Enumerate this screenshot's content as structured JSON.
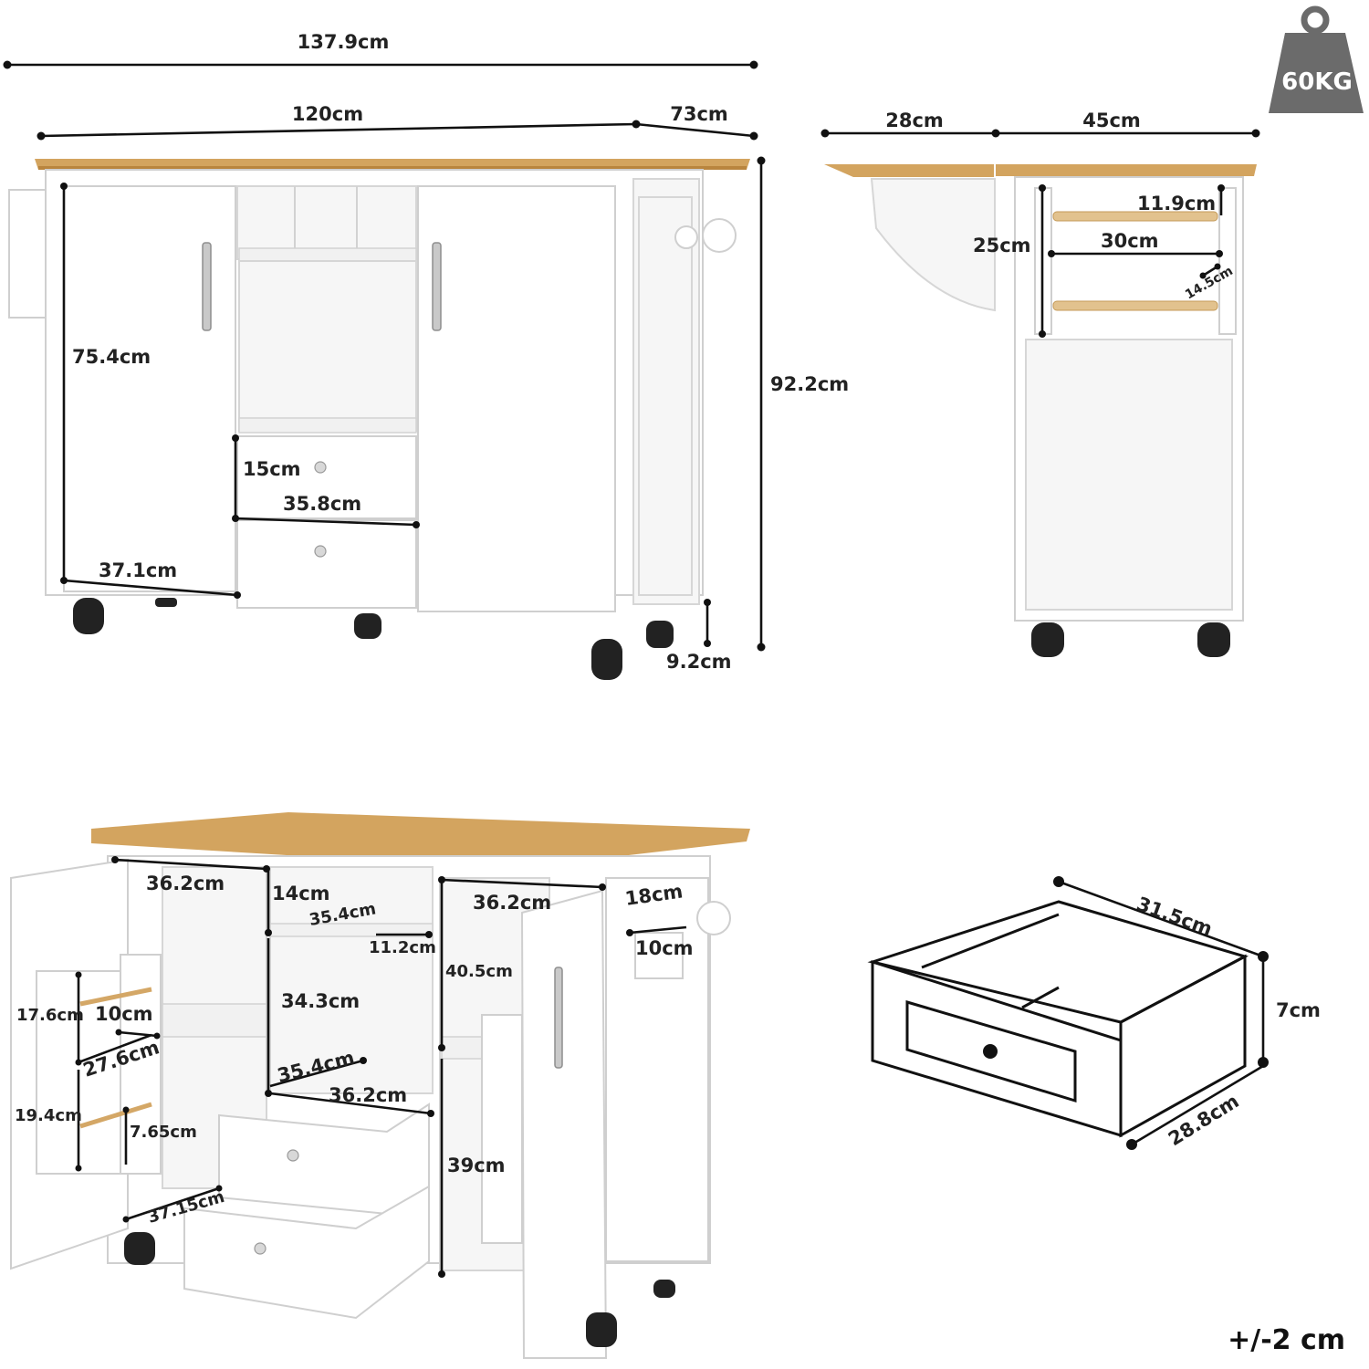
{
  "weight_badge": {
    "label": "60KG",
    "icon": "weight-icon",
    "color": "#6b6b6b"
  },
  "tolerance": "+/-2 cm",
  "front_view": {
    "total_width": "137.9cm",
    "top_width": "120cm",
    "side_extension": "73cm",
    "height": "92.2cm",
    "door_height": "75.4cm",
    "drawer_height": "15cm",
    "drawer_width": "35.8cm",
    "door_width": "37.1cm",
    "wheel_clearance": "9.2cm"
  },
  "side_view": {
    "drop_leaf": "28cm",
    "depth": "45cm",
    "rack_gap": "11.9cm",
    "rack_height": "25cm",
    "rack_width": "30cm",
    "rack_spacing": "14.5cm"
  },
  "open_view": {
    "left_cabinet_width": "36.2cm",
    "cubby_height": "14cm",
    "cubby_width": "35.4cm",
    "right_cabinet_width": "36.2cm",
    "towel_bar_18": "18cm",
    "towel_bar_10": "10cm",
    "cubby_divider": "11.2cm",
    "upper_right_height": "40.5cm",
    "spice_top": "17.6cm",
    "spice_depth": "10cm",
    "spice_width": "27.6cm",
    "center_height": "34.3cm",
    "center_depth": "35.4cm",
    "center_width": "36.2cm",
    "spice_bottom": "19.4cm",
    "spice_rail": "7.65cm",
    "lower_right_height": "39cm",
    "door_depth": "37.15cm"
  },
  "drawer_detail": {
    "depth": "31.5cm",
    "height": "7cm",
    "width": "28.8cm"
  }
}
